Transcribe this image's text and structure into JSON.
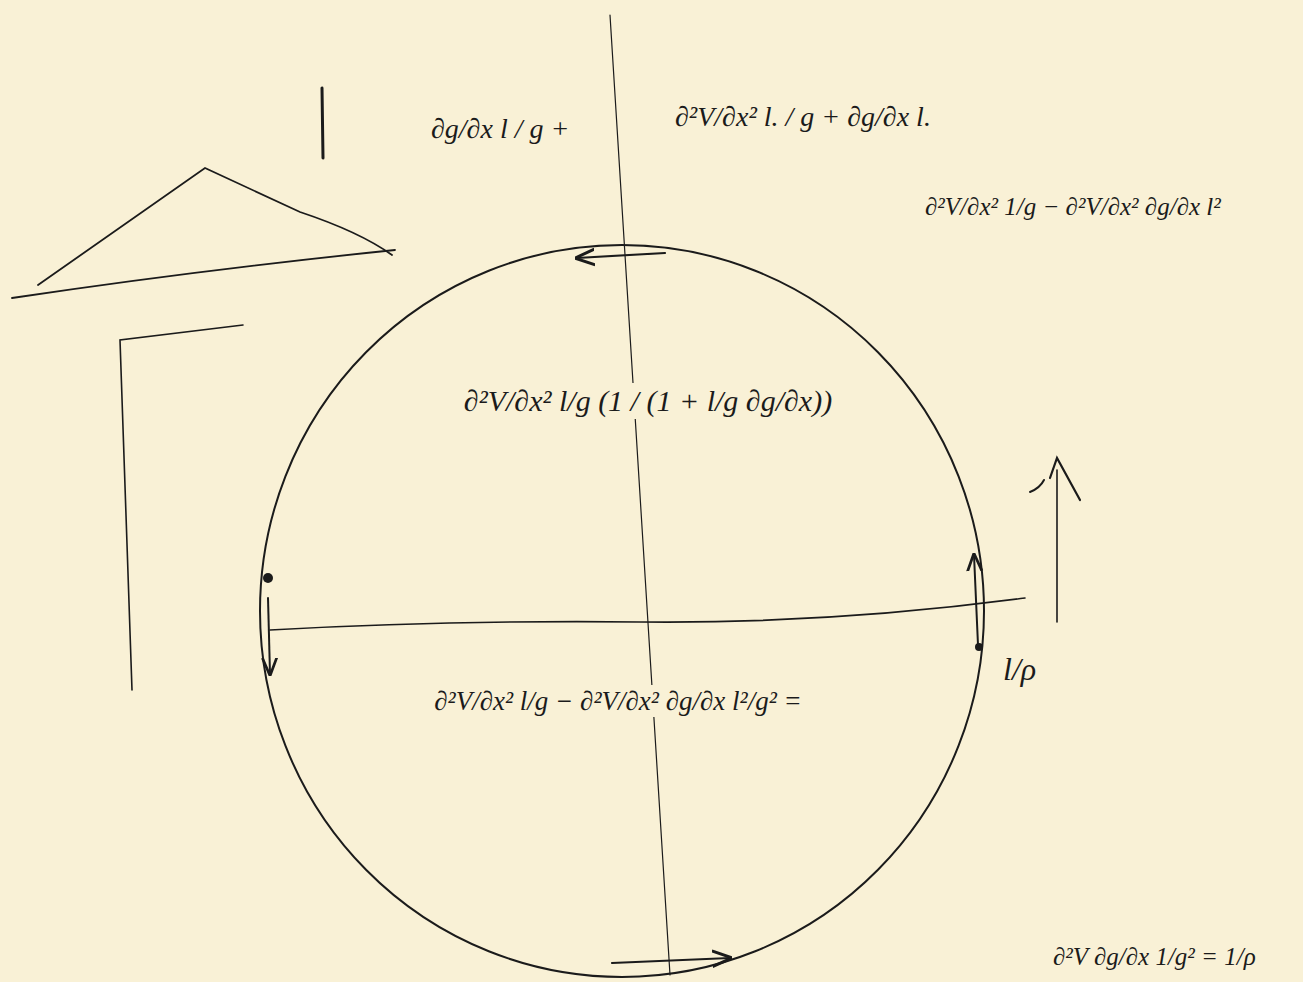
{
  "diagram": {
    "nodes": [
      {
        "text": [
          "∂²V/∂x² l/g (1 / (1 + l/g ∂g/∂x))",
          "∂²V/∂x² l/g − ∂²V/∂x² ∂g/∂x l²/g² ="
        ]
      }
    ],
    "labels": [
      "∂g/∂x l / g +",
      "∂²V/∂x² l. / g + ∂g/∂x l.",
      "∂²V/∂x² 1/g − ∂²V/∂x² ∂g/∂x l²",
      "l/ρ",
      "∂²V ∂g/∂x 1/g² = 1/ρ"
    ]
  }
}
